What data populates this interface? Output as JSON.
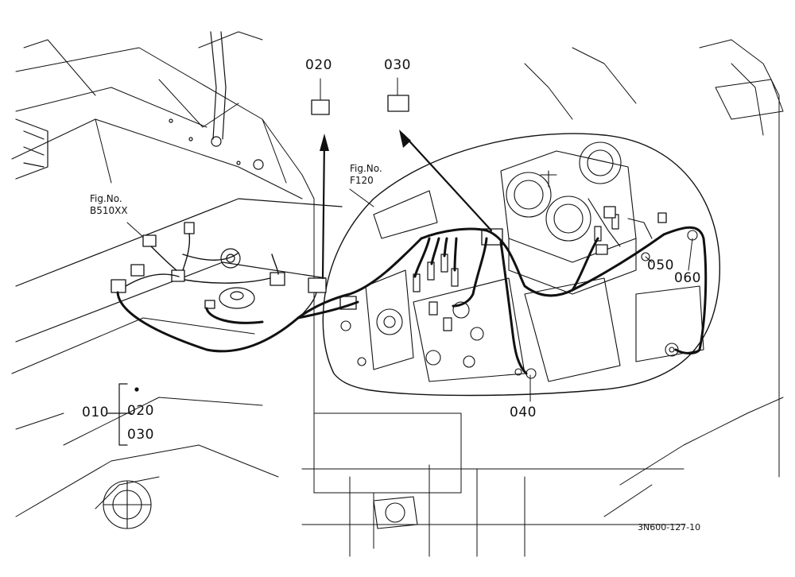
{
  "labels": {
    "part_020": "020",
    "part_030": "030",
    "part_040": "040",
    "part_050": "050",
    "part_060": "060",
    "group_010": "010",
    "group_020": "020",
    "group_030": "030"
  },
  "fig_refs": [
    {
      "title": "Fig.No.",
      "number": "B510XX"
    },
    {
      "title": "Fig.No.",
      "number": "F120"
    }
  ],
  "drawing_code": "3N600-127-10",
  "colors": {
    "line": "#111111",
    "background": "#ffffff"
  }
}
